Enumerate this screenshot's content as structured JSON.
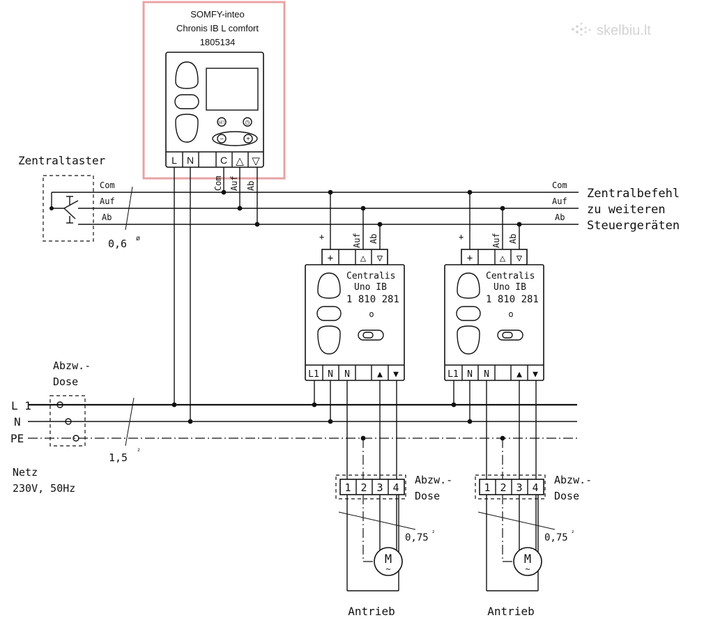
{
  "diagram": {
    "highlight_color": "#e8a3a5",
    "controller": {
      "name": "SOMFY-inteo",
      "model": "Chronis IB L comfort",
      "article": "1805134",
      "terminals": [
        "L",
        "N",
        "",
        "C",
        "△",
        "▽"
      ],
      "btn_set": "SET",
      "btn_clock": "◷",
      "btn_minus": "−",
      "btn_plus": "+"
    },
    "bus_labels": {
      "com_vertical": "Com",
      "auf_vertical": "Auf",
      "ab_vertical": "Ab",
      "com": "Com",
      "auf": "Auf",
      "ab": "Ab"
    },
    "central_switch": {
      "title": "Zentraltaster",
      "com": "Com",
      "auf": "Auf",
      "ab": "Ab",
      "cable": "0,6",
      "cable_mark": "ø"
    },
    "central_command": {
      "line1": "Zentralbefehl",
      "line2": "zu weiteren",
      "line3": "Steuergeräten"
    },
    "receivers": [
      {
        "line1": "Centralis",
        "line2": "Uno IB",
        "line3": "1 810 281",
        "line4": "o",
        "plus_top": "+",
        "auf_top": "Auf",
        "ab_top": "Ab",
        "top_terminals": [
          "+",
          "△",
          "▽"
        ],
        "bottom_terminals": [
          "L1",
          "N",
          "N",
          "",
          "▲",
          "▼"
        ]
      },
      {
        "line1": "Centralis",
        "line2": "Uno IB",
        "line3": "1 810 281",
        "line4": "o",
        "plus_top": "+",
        "auf_top": "Auf",
        "ab_top": "Ab",
        "top_terminals": [
          "+",
          "△",
          "▽"
        ],
        "bottom_terminals": [
          "L1",
          "N",
          "N",
          "",
          "▲",
          "▼"
        ]
      }
    ],
    "mains": {
      "junction_line1": "Abzw.-",
      "junction_line2": "Dose",
      "l1": "L 1",
      "n": "N",
      "pe": "PE",
      "cable": "1,5",
      "cable_mark": "²",
      "net_line1": "Netz",
      "net_line2": "230V, 50Hz"
    },
    "motor_groups": [
      {
        "junction_terminals": [
          "1",
          "2",
          "3",
          "4"
        ],
        "junction_line1": "Abzw.-",
        "junction_line2": "Dose",
        "cable": "0,75",
        "cable_mark": "²",
        "motor": "M",
        "motor_sub": "~",
        "label": "Antrieb"
      },
      {
        "junction_terminals": [
          "1",
          "2",
          "3",
          "4"
        ],
        "junction_line1": "Abzw.-",
        "junction_line2": "Dose",
        "cable": "0,75",
        "cable_mark": "²",
        "motor": "M",
        "motor_sub": "~",
        "label": "Antrieb"
      }
    ],
    "watermark": "skelbiu.lt"
  }
}
